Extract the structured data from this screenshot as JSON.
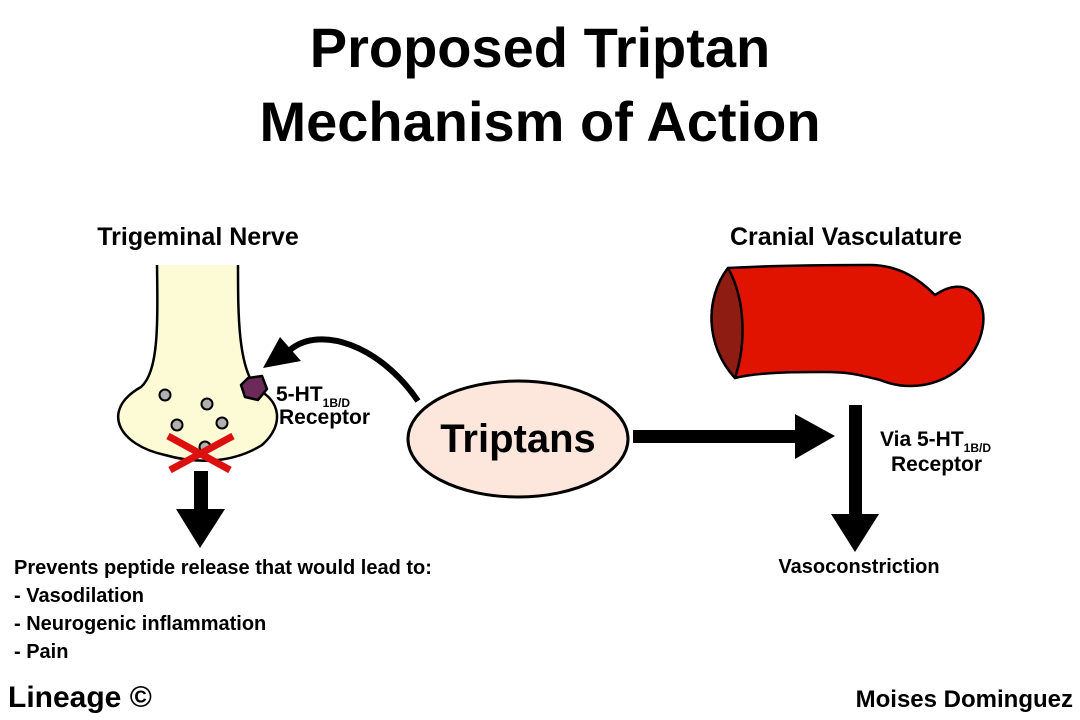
{
  "title": {
    "line1": "Proposed Triptan",
    "line2": "Mechanism of Action"
  },
  "nerve": {
    "heading": "Trigeminal Nerve",
    "receptor_prefix": "5-HT",
    "receptor_subscript": "1B/D",
    "receptor_word": "Receptor",
    "effect_intro": "Prevents peptide release that would lead to:",
    "effects": [
      "- Vasodilation",
      "- Neurogenic inflammation",
      "- Pain"
    ]
  },
  "center": {
    "label": "Triptans"
  },
  "vessel": {
    "heading": "Cranial Vasculature",
    "via_prefix": "Via 5-HT",
    "via_subscript": "1B/D",
    "via_word": "Receptor",
    "result": "Vasoconstriction"
  },
  "footer": {
    "left": "Lineage ©",
    "right": "Moises Dominguez"
  },
  "colors": {
    "nerve_fill": "#fdfbd6",
    "receptor_fill": "#6b2a57",
    "vesicle_fill": "#b0b0b0",
    "block_x": "#dd1010",
    "vessel_fill": "#e01200",
    "vessel_opening": "#8e1c12",
    "triptan_fill": "#fde6dc"
  }
}
